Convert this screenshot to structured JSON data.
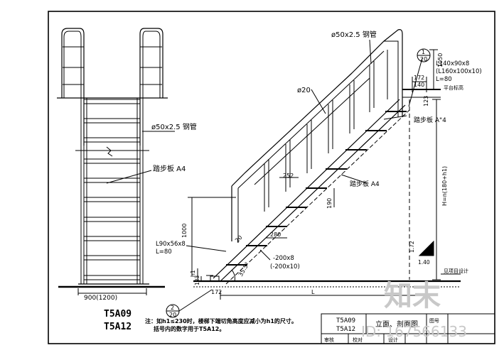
{
  "plan": {
    "pipe_label": "ø50x2.5 钢管",
    "tread_label": "踏步板 A4",
    "width_label": "900(1200)",
    "model_1": "T5A09",
    "model_2": "T5A12"
  },
  "elevation": {
    "handrail_pipe": "ø50x2.5 钢管",
    "post_label": "ø20",
    "top_angle": "L140x90x8",
    "top_angle_alt": "(L160x100x10)",
    "top_length": "L=80",
    "platform_label": "平台标高",
    "tread_label_upper": "踏步板 A\"4",
    "tread_label_mid": "踏步板 A4",
    "dim_1050": "1050",
    "dim_172_top": "172",
    "dim_140": "140",
    "dim_123_top": "123",
    "dim_252": "252",
    "dim_190": "190",
    "dim_280": "280",
    "dim_1000": "1000",
    "dim_h_total": "H=n(180+h1)",
    "flat_bar": "-200x8",
    "flat_bar_alt": "(-200x10)",
    "bottom_angle": "L90x56x8",
    "bottom_length": "L=80",
    "dim_h1": "h1",
    "dim_123_bottom": "123",
    "dim_172_bottom": "172",
    "dim_L": "L",
    "dim_20": "20",
    "angle": "35.5°",
    "slope_1": "1.72",
    "slope_2": "1.40",
    "ground_label": "见项目设计",
    "detail_top_num": "1",
    "detail_top_sheet": "20",
    "detail_bottom_num": "2",
    "detail_bottom_sheet": "20"
  },
  "notes": {
    "note_1": "注：如h1≤230时，楼梯下端切角高度应减小为h1的尺寸。",
    "note_2": "括号内的数字用于T5A12。"
  },
  "title_block": {
    "model_1": "T5A09",
    "model_2": "T5A12",
    "drawing_title": "立面、剖面图",
    "cell_1": "审核",
    "cell_2": "校对",
    "cell_3": "设计",
    "cell_4": "图号"
  },
  "watermark": {
    "brand": "知末",
    "id_text": "ID: 167566133"
  }
}
